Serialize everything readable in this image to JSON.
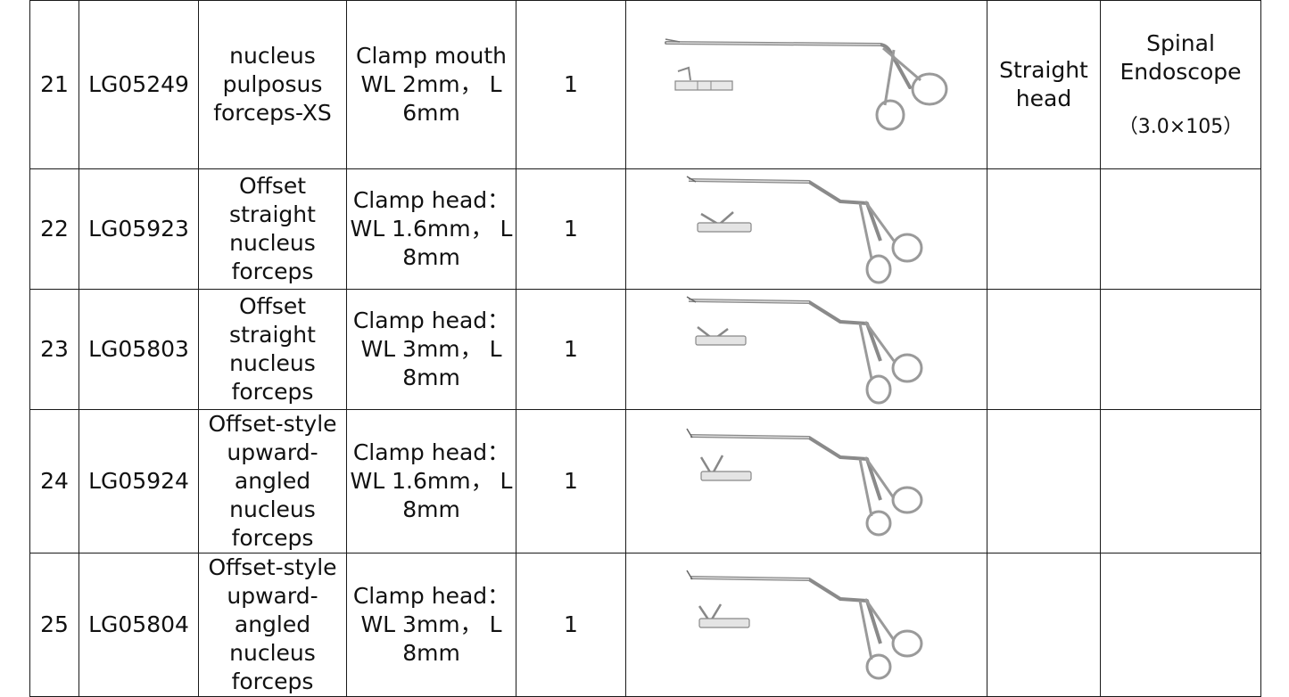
{
  "rows": [
    {
      "no": "21",
      "code": "LG05249",
      "name": "nucleus\npulposus\nforceps-XS",
      "spec": "Clamp mouth\nWL 2mm， L\n6mm",
      "qty": "1",
      "image_icon": "straight-nucleus-pulposus-forceps-icon",
      "head_type": "Straight\nhead",
      "scope_name": "Spinal\nEndoscope",
      "scope_size": "（3.0×105）"
    },
    {
      "no": "22",
      "code": "LG05923",
      "name": "Offset\nstraight\nnucleus\nforceps",
      "spec": "Clamp head：\nWL 1.6mm， L\n8mm",
      "qty": "1",
      "image_icon": "offset-straight-forceps-icon"
    },
    {
      "no": "23",
      "code": "LG05803",
      "name": "Offset\nstraight\nnucleus\nforceps",
      "spec": "Clamp head：\nWL 3mm， L\n8mm",
      "qty": "1",
      "image_icon": "offset-straight-forceps-icon"
    },
    {
      "no": "24",
      "code": "LG05924",
      "name": "Offset-style\nupward-\nangled\nnucleus\nforceps",
      "spec": "Clamp head：\nWL 1.6mm， L\n8mm",
      "qty": "1",
      "image_icon": "offset-upward-angled-forceps-icon"
    },
    {
      "no": "25",
      "code": "LG05804",
      "name": "Offset-style\nupward-\nangled\nnucleus\nforceps",
      "spec": "Clamp head：\nWL 3mm， L\n8mm",
      "qty": "1",
      "image_icon": "offset-upward-angled-forceps-icon"
    }
  ]
}
